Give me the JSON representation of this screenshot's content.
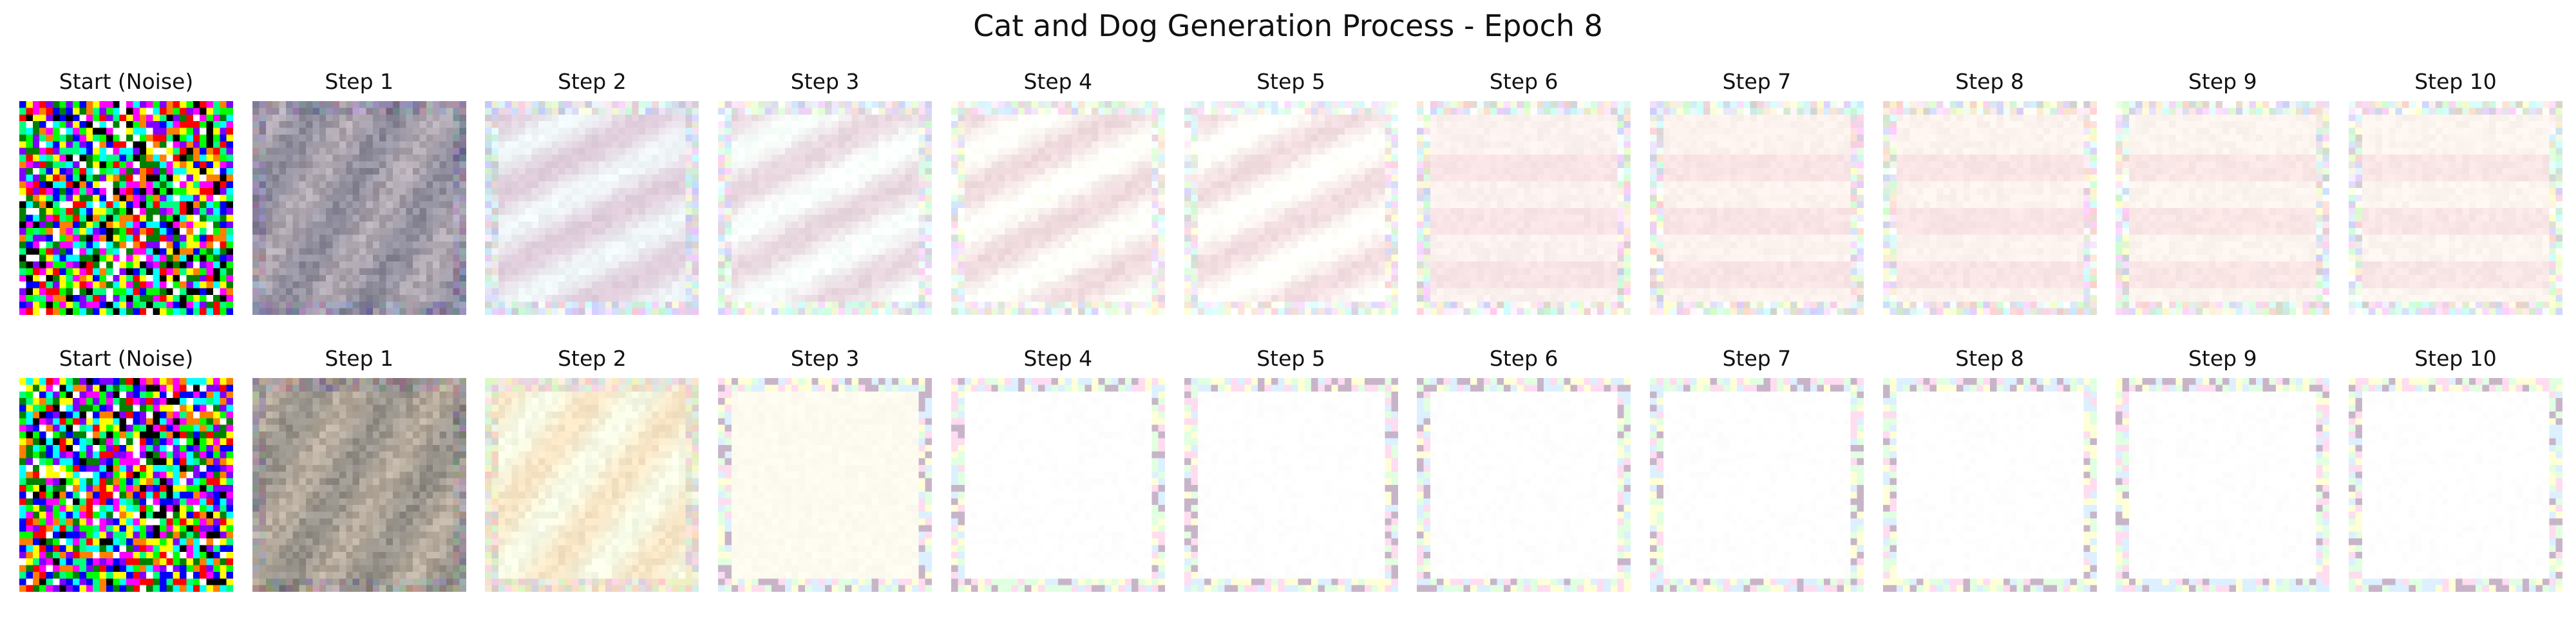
{
  "figure": {
    "title": "Cat and Dog Generation Process - Epoch 8"
  },
  "rows": [
    {
      "panels": [
        {
          "title": "Start (Noise)",
          "style": "noise",
          "seed": 11
        },
        {
          "title": "Step 1",
          "style": "blur",
          "base": "#9f9aa6",
          "seed": 21
        },
        {
          "title": "Step 2",
          "style": "stripes",
          "base": "#e8e2ea",
          "seed": 31
        },
        {
          "title": "Step 3",
          "style": "stripes",
          "base": "#f1ecee",
          "seed": 41
        },
        {
          "title": "Step 4",
          "style": "stripes",
          "base": "#f8efed",
          "seed": 51
        },
        {
          "title": "Step 5",
          "style": "stripes",
          "base": "#faf1ef",
          "seed": 61
        },
        {
          "title": "Step 6",
          "style": "grid",
          "base": "#fbf2ef",
          "seed": 71
        },
        {
          "title": "Step 7",
          "style": "grid",
          "base": "#fcf2ee",
          "seed": 81
        },
        {
          "title": "Step 8",
          "style": "grid",
          "base": "#fcf3ee",
          "seed": 91
        },
        {
          "title": "Step 9",
          "style": "grid",
          "base": "#fcf4ee",
          "seed": 101
        },
        {
          "title": "Step 10",
          "style": "grid",
          "base": "#fcf4ef",
          "seed": 111
        }
      ]
    },
    {
      "panels": [
        {
          "title": "Start (Noise)",
          "style": "noise",
          "seed": 211
        },
        {
          "title": "Step 1",
          "style": "blur",
          "base": "#a79f94",
          "seed": 221
        },
        {
          "title": "Step 2",
          "style": "soft",
          "base": "#f7f0d6",
          "seed": 231
        },
        {
          "title": "Step 3",
          "style": "border",
          "base": "#fdfbf0",
          "seed": 241
        },
        {
          "title": "Step 4",
          "style": "border",
          "base": "#ffffff",
          "seed": 251
        },
        {
          "title": "Step 5",
          "style": "border",
          "base": "#ffffff",
          "seed": 261
        },
        {
          "title": "Step 6",
          "style": "border",
          "base": "#ffffff",
          "seed": 271
        },
        {
          "title": "Step 7",
          "style": "border",
          "base": "#ffffff",
          "seed": 281
        },
        {
          "title": "Step 8",
          "style": "border",
          "base": "#ffffff",
          "seed": 291
        },
        {
          "title": "Step 9",
          "style": "border",
          "base": "#ffffff",
          "seed": 301
        },
        {
          "title": "Step 10",
          "style": "border",
          "base": "#ffffff",
          "seed": 311
        }
      ]
    }
  ]
}
